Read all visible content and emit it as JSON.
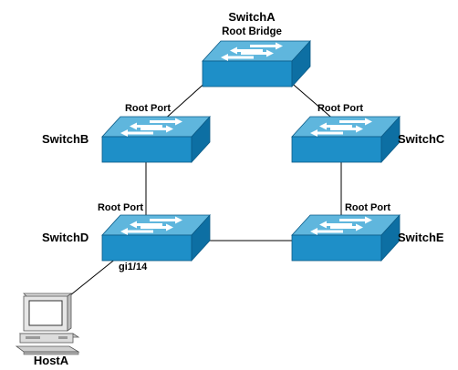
{
  "colors": {
    "switch_top": "#5fb6dd",
    "switch_front": "#1e8fc8",
    "switch_side": "#0d6fa3",
    "arrow": "#ffffff",
    "link": "#000000",
    "text": "#000000"
  },
  "nodes": {
    "switch_a": {
      "name": "SwitchA",
      "role": "Root Bridge"
    },
    "switch_b": {
      "name": "SwitchB",
      "port_label": "Root Port"
    },
    "switch_c": {
      "name": "SwitchC",
      "port_label": "Root Port"
    },
    "switch_d": {
      "name": "SwitchD",
      "port_label": "Root Port",
      "interface_label": "gi1/14"
    },
    "switch_e": {
      "name": "SwitchE",
      "port_label": "Root Port"
    },
    "host_a": {
      "name": "HostA",
      "icon": "desktop-computer-icon"
    }
  },
  "links": [
    {
      "from": "SwitchA",
      "to": "SwitchB"
    },
    {
      "from": "SwitchA",
      "to": "SwitchC"
    },
    {
      "from": "SwitchB",
      "to": "SwitchD"
    },
    {
      "from": "SwitchC",
      "to": "SwitchE"
    },
    {
      "from": "SwitchD",
      "to": "SwitchE"
    },
    {
      "from": "SwitchD",
      "to": "HostA"
    }
  ]
}
